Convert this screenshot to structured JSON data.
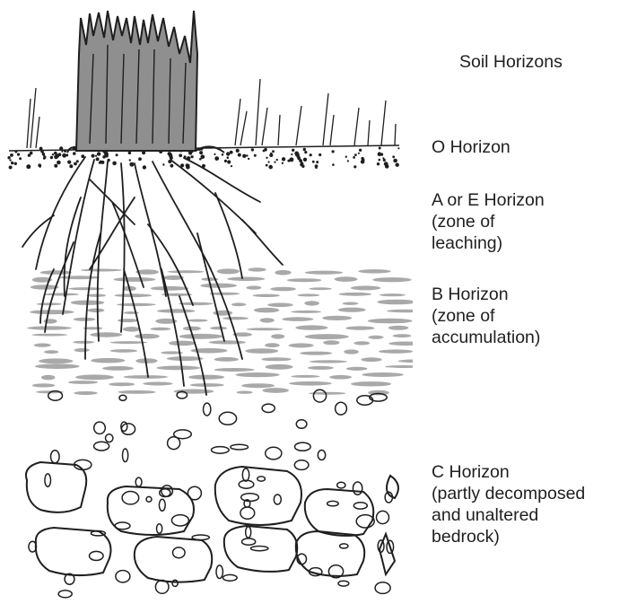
{
  "title": "Soil Horizons",
  "horizons": [
    {
      "id": "o",
      "name": "O Horizon",
      "note": ""
    },
    {
      "id": "a",
      "name": "A or E Horizon",
      "note": "(zone of\nleaching)"
    },
    {
      "id": "b",
      "name": "B Horizon",
      "note": "(zone of\naccumulation)"
    },
    {
      "id": "c",
      "name": "C Horizon",
      "note": "(partly decomposed\nand unaltered\nbedrock)"
    }
  ],
  "colors": {
    "ink": "#1f1f1f",
    "stump_fill": "#8f8f8f",
    "b_streak": "#a9a9a9",
    "background": "#ffffff"
  }
}
